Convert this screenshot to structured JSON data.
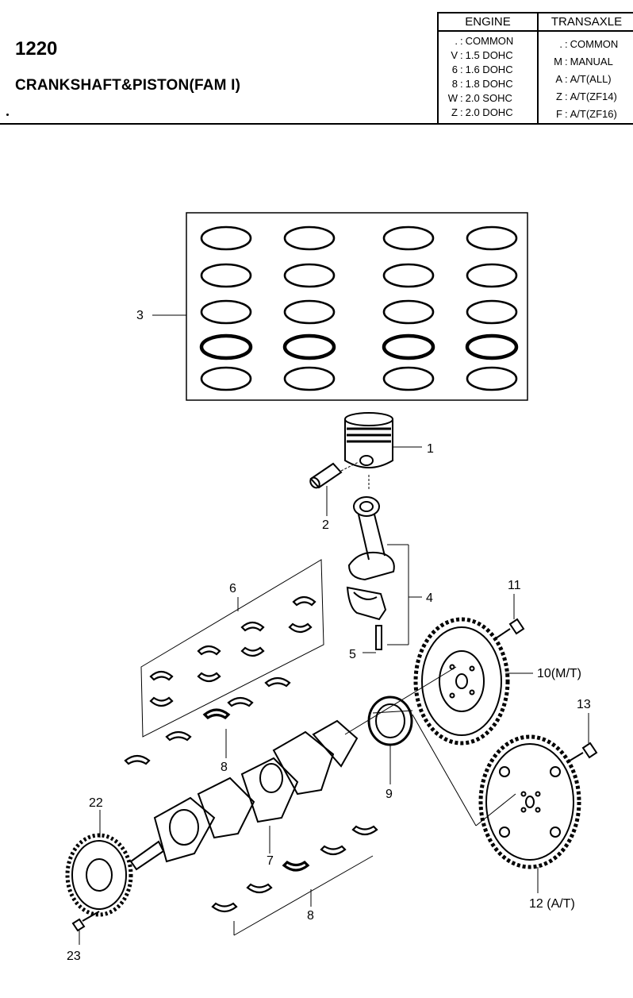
{
  "header": {
    "code": "1220",
    "title": "CRANKSHAFT&PISTON(FAM I)"
  },
  "engine_table": {
    "heading": "ENGINE",
    "rows": [
      {
        "key": ".",
        "value": "COMMON"
      },
      {
        "key": "V",
        "value": "1.5 DOHC"
      },
      {
        "key": "6",
        "value": "1.6 DOHC"
      },
      {
        "key": "8",
        "value": "1.8 DOHC"
      },
      {
        "key": "W",
        "value": "2.0 SOHC"
      },
      {
        "key": "Z",
        "value": "2.0 DOHC"
      }
    ]
  },
  "transaxle_table": {
    "heading": "TRANSAXLE",
    "rows": [
      {
        "key": ".",
        "value": "COMMON"
      },
      {
        "key": "M",
        "value": "MANUAL"
      },
      {
        "key": "A",
        "value": "A/T(ALL)"
      },
      {
        "key": "Z",
        "value": "A/T(ZF14)"
      },
      {
        "key": "F",
        "value": "A/T(ZF16)"
      }
    ]
  },
  "callouts": {
    "c1": "1",
    "c2": "2",
    "c3": "3",
    "c4": "4",
    "c5": "5",
    "c6": "6",
    "c7": "7",
    "c8a": "8",
    "c8b": "8",
    "c9": "9",
    "c10": "10(M/T)",
    "c11": "11",
    "c12": "12 (A/T)",
    "c13": "13",
    "c22": "22",
    "c23": "23"
  }
}
